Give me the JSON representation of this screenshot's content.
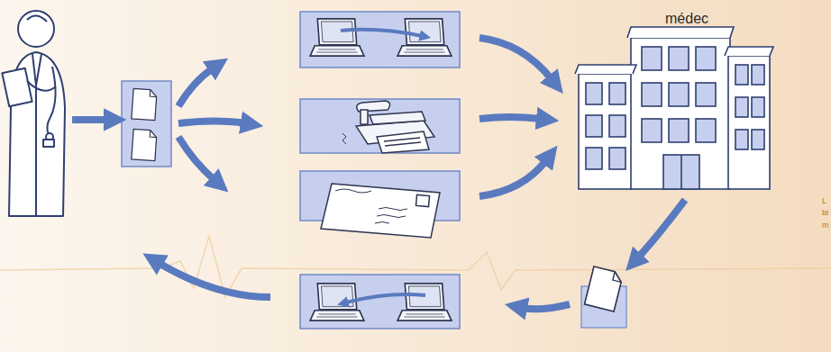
{
  "diagram": {
    "labels": [
      "médec",
      "L",
      "te",
      "m"
    ]
  }
}
